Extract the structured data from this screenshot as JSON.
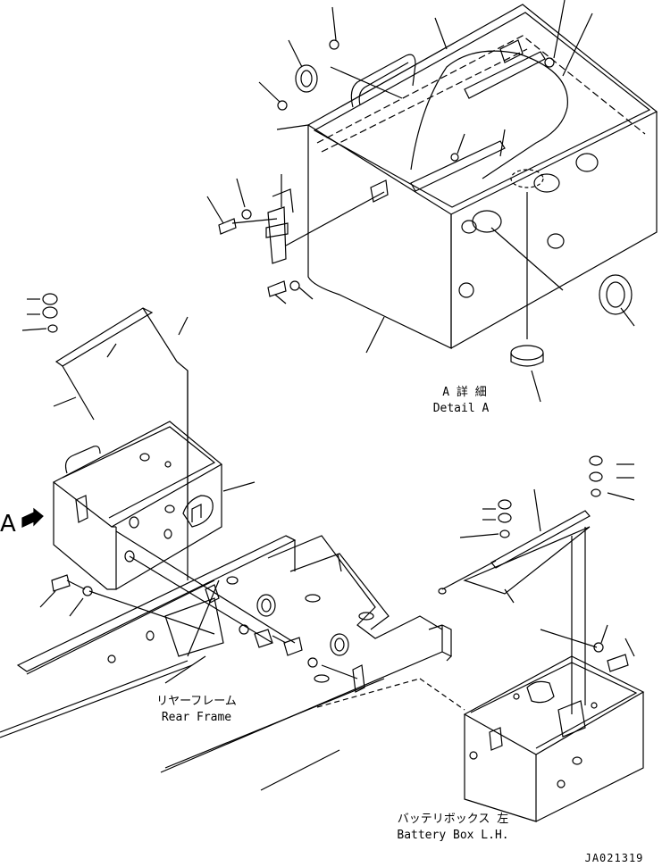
{
  "labels": {
    "detail_a_jp": "A 詳 細",
    "detail_a_en": "Detail A",
    "rear_frame_jp": "リヤーフレーム",
    "rear_frame_en": "Rear Frame",
    "battery_box_jp": "バッテリボックス 左",
    "battery_box_en": "Battery Box L.H.",
    "view_arrow": "A",
    "drawing_number": "JA021319"
  },
  "colors": {
    "line": "#000000",
    "background": "#ffffff"
  }
}
